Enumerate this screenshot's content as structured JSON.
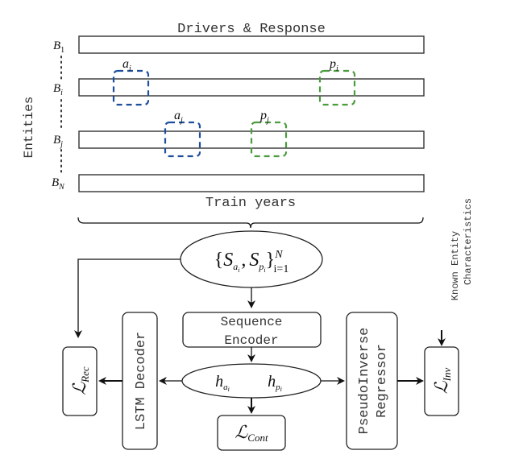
{
  "title": "Drivers & Response",
  "axis_labels": {
    "entities": "Entities",
    "train_years": "Train years",
    "known_characteristics_line1": "Known Entity",
    "known_characteristics_line2": "Characteristics"
  },
  "rows": [
    {
      "label": "B",
      "sub": "1"
    },
    {
      "label": "B",
      "sub": "i"
    },
    {
      "label": "B",
      "sub": "j"
    },
    {
      "label": "B",
      "sub": "N"
    }
  ],
  "windows": {
    "anchor_i": {
      "label": "a",
      "sub": "i"
    },
    "positive_i": {
      "label": "p",
      "sub": "i"
    },
    "anchor_j": {
      "label": "a",
      "sub": "j"
    },
    "positive_j": {
      "label": "p",
      "sub": "j"
    }
  },
  "colors": {
    "anchor": "#1f4e9c",
    "positive": "#4a9c3c"
  },
  "set_node": {
    "open": "{",
    "s1": "S",
    "s1_sub": "a",
    "s1_subsub": "i",
    "comma": ",",
    "s2": "S",
    "s2_sub": "p",
    "s2_subsub": "i",
    "close": "}",
    "sup": "N",
    "sub": "i=1"
  },
  "encoder": {
    "line1": "Sequence",
    "line2": "Encoder"
  },
  "embedding": {
    "h1": "h",
    "h1_sub": "a",
    "h1_subsub": "i",
    "h2": "h",
    "h2_sub": "p",
    "h2_subsub": "i"
  },
  "decoder": {
    "label": "LSTM Decoder"
  },
  "regressor": {
    "line1": "PseudoInverse",
    "line2": "Regressor"
  },
  "losses": {
    "rec": {
      "symbol": "ℒ",
      "sub": "Rec"
    },
    "cont": {
      "symbol": "ℒ",
      "sub": "Cont"
    },
    "inv": {
      "symbol": "ℒ",
      "sub": "Inv"
    }
  }
}
